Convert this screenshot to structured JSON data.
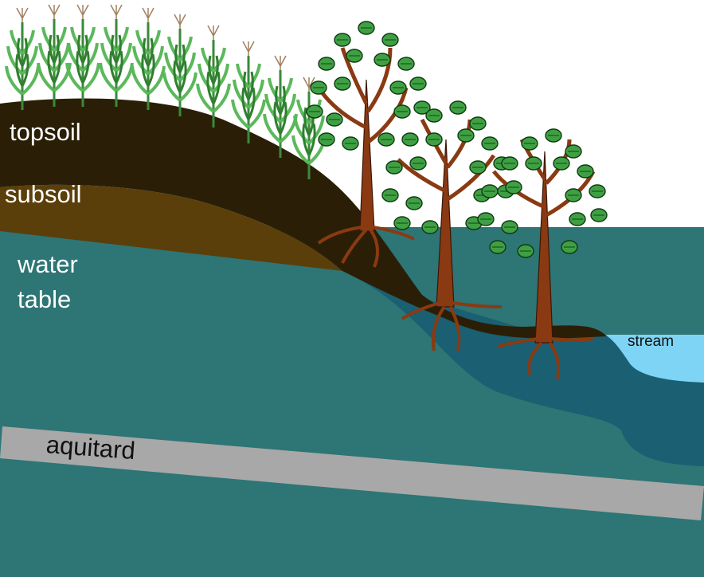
{
  "labels": {
    "topsoil": "topsoil",
    "subsoil": "subsoil",
    "water_table_line1": "water",
    "water_table_line2": "table",
    "aquitard": "aquitard",
    "stream": "stream"
  },
  "colors": {
    "sky": "#ffffff",
    "topsoil": "#2a1f06",
    "subsoil": "#5a3f0a",
    "groundwater": "#2e7575",
    "saturated_zone": "#1a5f72",
    "aquitard": "#a8a8a8",
    "stream": "#7dd4f4",
    "tree_trunk": "#8a3a12",
    "tree_leaf": "#3fa043",
    "crop": "#4ca64c"
  },
  "icons": [
    "corn-crop-icon",
    "deciduous-tree-icon"
  ]
}
